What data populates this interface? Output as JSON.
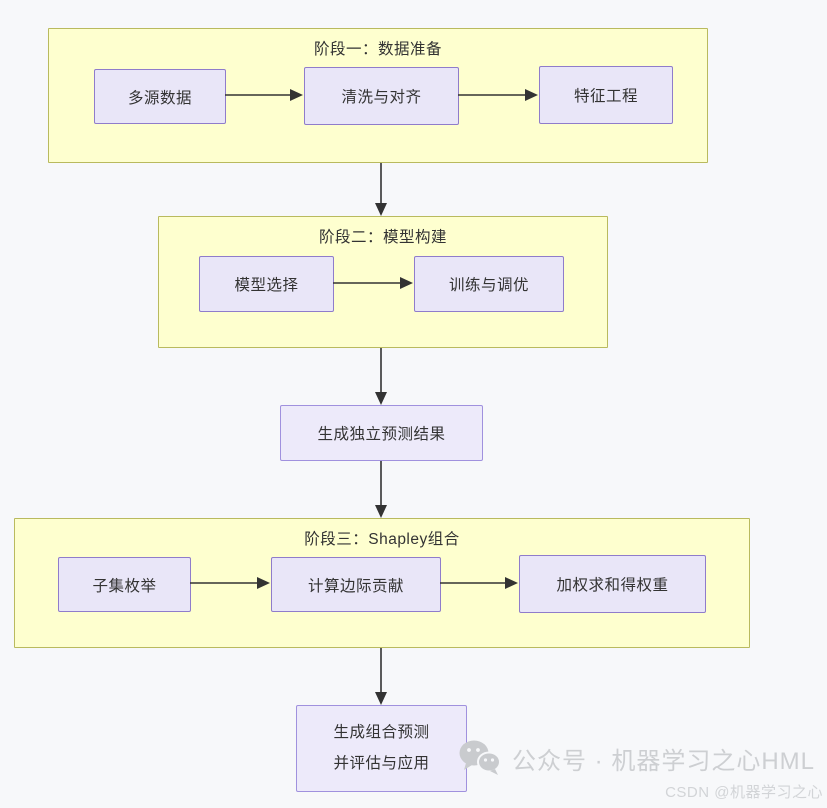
{
  "colors": {
    "page_background": "#f7f8fa",
    "stage_fill": "#feffcf",
    "stage_border": "#b9ba5e",
    "node_fill": "#e9e6f8",
    "node_border": "#8f7ccb",
    "arrow": "#333333",
    "text": "#333333",
    "watermark": "#cdcfd2"
  },
  "stages": [
    {
      "title": "阶段一：数据准备",
      "nodes": [
        {
          "label": "多源数据"
        },
        {
          "label": "清洗与对齐"
        },
        {
          "label": "特征工程"
        }
      ]
    },
    {
      "title": "阶段二：模型构建",
      "nodes": [
        {
          "label": "模型选择"
        },
        {
          "label": "训练与调优"
        }
      ]
    },
    {
      "title": "阶段三：Shapley组合",
      "nodes": [
        {
          "label": "子集枚举"
        },
        {
          "label": "计算边际贡献"
        },
        {
          "label": "加权求和得权重"
        }
      ]
    }
  ],
  "standalone_nodes": [
    {
      "label": "生成独立预测结果"
    },
    {
      "label_line1": "生成组合预测",
      "label_line2": "并评估与应用"
    }
  ],
  "watermark": {
    "icon": "wechat-icon",
    "text": "公众号 · 机器学习之心HML"
  },
  "attribution": "CSDN @机器学习之心"
}
